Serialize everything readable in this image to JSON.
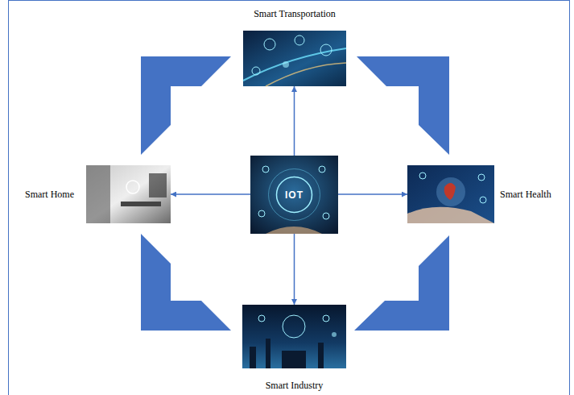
{
  "diagram": {
    "nodes": [
      {
        "text": [
          "Smart Transportation"
        ]
      },
      {
        "text": [
          "Smart Home"
        ]
      },
      {
        "text": [
          "IOT"
        ]
      },
      {
        "text": [
          "Smart Health"
        ]
      },
      {
        "text": [
          "Smart Industry"
        ]
      }
    ],
    "edges": [
      {
        "from": 2,
        "to": 0,
        "arrow": "to"
      },
      {
        "from": 2,
        "to": 1,
        "arrow": "to"
      },
      {
        "from": 2,
        "to": 3,
        "arrow": "to"
      },
      {
        "from": 2,
        "to": 4,
        "arrow": "to"
      }
    ]
  }
}
